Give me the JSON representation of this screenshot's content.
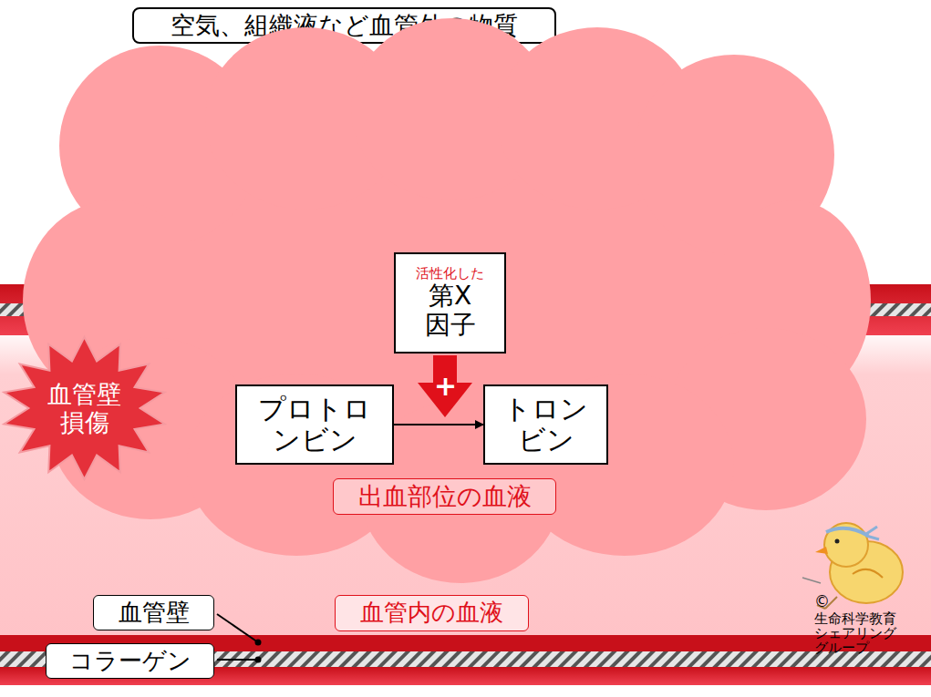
{
  "diagram": {
    "nodes": [
      {
        "text": [
          "空気、組織液など血管外の物質"
        ]
      },
      {
        "text": [
          "出血部位の血液"
        ]
      },
      {
        "text": [
          "活性化した",
          "第X 因子"
        ],
        "in": 1
      },
      {
        "text": [
          "プロトロ ンビン"
        ],
        "in": 1
      },
      {
        "text": [
          "トロン ビン"
        ],
        "in": 1
      },
      {
        "text": [
          "血管壁 損傷"
        ]
      },
      {
        "text": [
          "血管壁"
        ]
      },
      {
        "text": [
          "コラーゲン"
        ]
      },
      {
        "text": [
          "血管内の血液"
        ]
      }
    ],
    "edges": [
      {
        "from": 3,
        "to": 4,
        "arrow": "to"
      }
    ],
    "labels": [
      "+",
      "©",
      "生命科学教育 シェアリング グループ"
    ]
  }
}
